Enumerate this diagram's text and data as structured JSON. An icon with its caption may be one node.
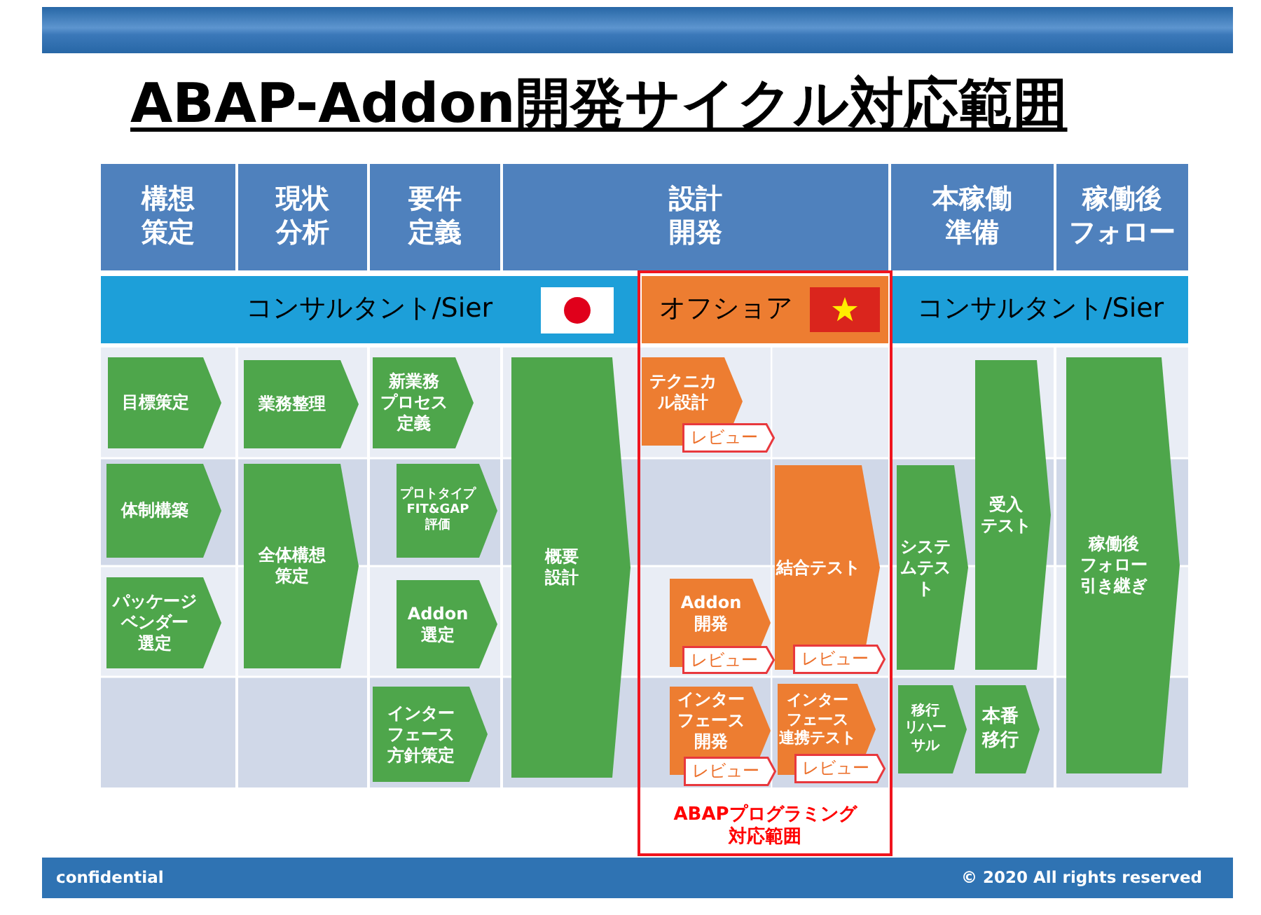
{
  "diagram": {
    "title": "ABAP-Addon開発サイクル対応範囲",
    "nodes": [
      {
        "text": [
          "構想策定"
        ]
      },
      {
        "text": [
          "現状分析"
        ]
      },
      {
        "text": [
          "要件定義"
        ]
      },
      {
        "text": [
          "設計開発"
        ]
      },
      {
        "text": [
          "本稼働準備"
        ]
      },
      {
        "text": [
          "稼働後フォロー"
        ]
      },
      {
        "text": [
          "コンサルタント/Sier"
        ]
      },
      {
        "text": [
          "ABAPプログラミング対応範囲"
        ]
      },
      {
        "text": [
          "オフショア"
        ],
        "in": 7
      },
      {
        "text": [
          "コンサルタント/Sier"
        ]
      },
      {
        "text": [
          "目標策定"
        ]
      },
      {
        "text": [
          "体制構築"
        ]
      },
      {
        "text": [
          "パッケージベンダー選定"
        ]
      },
      {
        "text": [
          "業務整理"
        ]
      },
      {
        "text": [
          "全体構想策定"
        ]
      },
      {
        "text": [
          "新業務プロセス定義"
        ]
      },
      {
        "text": [
          "プロトタイプFIT&GAP評価"
        ]
      },
      {
        "text": [
          "Addon選定"
        ]
      },
      {
        "text": [
          "インターフェース方針策定"
        ]
      },
      {
        "text": [
          "概要設計"
        ]
      },
      {
        "text": [
          "テクニカル設計"
        ],
        "in": 7
      },
      {
        "text": [
          "レビュー"
        ],
        "in": 7
      },
      {
        "text": [
          "Addon開発"
        ],
        "in": 7
      },
      {
        "text": [
          "レビュー"
        ],
        "in": 7
      },
      {
        "text": [
          "インターフェース開発"
        ],
        "in": 7
      },
      {
        "text": [
          "レビュー"
        ],
        "in": 7
      },
      {
        "text": [
          "結合テスト"
        ],
        "in": 7
      },
      {
        "text": [
          "レビュー"
        ],
        "in": 7
      },
      {
        "text": [
          "インターフェース連携テスト"
        ],
        "in": 7
      },
      {
        "text": [
          "レビュー"
        ],
        "in": 7
      },
      {
        "text": [
          "システムテスト"
        ]
      },
      {
        "text": [
          "移行リハーサル"
        ]
      },
      {
        "text": [
          "受入テスト"
        ]
      },
      {
        "text": [
          "本番移行"
        ]
      },
      {
        "text": [
          "稼働後フォロー引き継ぎ"
        ]
      }
    ],
    "labels": [
      "confidential",
      "© 2020 All rights reserved"
    ]
  }
}
